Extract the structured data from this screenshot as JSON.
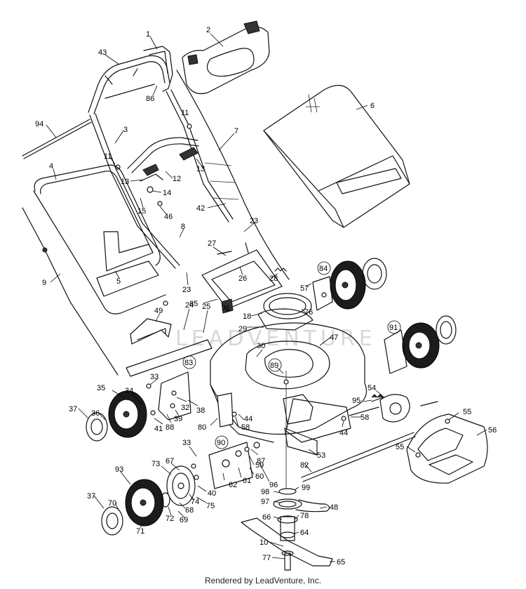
{
  "watermark": "LEADVENTURE",
  "credit": "Rendered by LeadVenture, Inc.",
  "callouts": [
    {
      "id": "c1",
      "text": "1"
    },
    {
      "id": "c2",
      "text": "2"
    },
    {
      "id": "c43",
      "text": "43"
    },
    {
      "id": "c86",
      "text": "86"
    },
    {
      "id": "c94",
      "text": "94"
    },
    {
      "id": "c3",
      "text": "3"
    },
    {
      "id": "c11a",
      "text": "11"
    },
    {
      "id": "c11b",
      "text": "11"
    },
    {
      "id": "c7",
      "text": "7"
    },
    {
      "id": "c6",
      "text": "6"
    },
    {
      "id": "c4",
      "text": "4"
    },
    {
      "id": "c13a",
      "text": "13"
    },
    {
      "id": "c12",
      "text": "12"
    },
    {
      "id": "c13b",
      "text": "13"
    },
    {
      "id": "c14",
      "text": "14"
    },
    {
      "id": "c15",
      "text": "15"
    },
    {
      "id": "c42",
      "text": "42"
    },
    {
      "id": "c46",
      "text": "46"
    },
    {
      "id": "c8",
      "text": "8"
    },
    {
      "id": "c23a",
      "text": "23"
    },
    {
      "id": "c9",
      "text": "9"
    },
    {
      "id": "c5",
      "text": "5"
    },
    {
      "id": "c27",
      "text": "27"
    },
    {
      "id": "c26",
      "text": "26"
    },
    {
      "id": "c23b",
      "text": "23"
    },
    {
      "id": "c84",
      "text": "84"
    },
    {
      "id": "c28",
      "text": "28"
    },
    {
      "id": "c57",
      "text": "57"
    },
    {
      "id": "c85",
      "text": "85"
    },
    {
      "id": "c18",
      "text": "18"
    },
    {
      "id": "c31",
      "text": "31"
    },
    {
      "id": "c76",
      "text": "76"
    },
    {
      "id": "c49",
      "text": "49"
    },
    {
      "id": "c24",
      "text": "24"
    },
    {
      "id": "c25",
      "text": "25"
    },
    {
      "id": "c29",
      "text": "29"
    },
    {
      "id": "c47",
      "text": "47"
    },
    {
      "id": "c91",
      "text": "91"
    },
    {
      "id": "c30",
      "text": "30"
    },
    {
      "id": "c83",
      "text": "83"
    },
    {
      "id": "c89",
      "text": "89"
    },
    {
      "id": "c33a",
      "text": "33"
    },
    {
      "id": "c35",
      "text": "35"
    },
    {
      "id": "c34",
      "text": "34"
    },
    {
      "id": "c32",
      "text": "32"
    },
    {
      "id": "c38",
      "text": "38"
    },
    {
      "id": "c37a",
      "text": "37"
    },
    {
      "id": "c36",
      "text": "36"
    },
    {
      "id": "c41",
      "text": "41"
    },
    {
      "id": "c88",
      "text": "88"
    },
    {
      "id": "c39",
      "text": "39"
    },
    {
      "id": "c54",
      "text": "54"
    },
    {
      "id": "c95",
      "text": "95"
    },
    {
      "id": "c55a",
      "text": "55"
    },
    {
      "id": "c44a",
      "text": "44"
    },
    {
      "id": "c58a",
      "text": "58"
    },
    {
      "id": "c80",
      "text": "80"
    },
    {
      "id": "c58b",
      "text": "58"
    },
    {
      "id": "c44b",
      "text": "44"
    },
    {
      "id": "c56",
      "text": "56"
    },
    {
      "id": "c33b",
      "text": "33"
    },
    {
      "id": "c90",
      "text": "90"
    },
    {
      "id": "c87",
      "text": "87"
    },
    {
      "id": "c55b",
      "text": "55"
    },
    {
      "id": "c53",
      "text": "53"
    },
    {
      "id": "c67",
      "text": "67"
    },
    {
      "id": "c73",
      "text": "73"
    },
    {
      "id": "c62",
      "text": "62"
    },
    {
      "id": "c61",
      "text": "61"
    },
    {
      "id": "c59",
      "text": "59"
    },
    {
      "id": "c60",
      "text": "60"
    },
    {
      "id": "c96",
      "text": "96"
    },
    {
      "id": "c82",
      "text": "82"
    },
    {
      "id": "c93",
      "text": "93"
    },
    {
      "id": "c40",
      "text": "40"
    },
    {
      "id": "c74",
      "text": "74"
    },
    {
      "id": "c75",
      "text": "75"
    },
    {
      "id": "c99",
      "text": "99"
    },
    {
      "id": "c98",
      "text": "98"
    },
    {
      "id": "c37b",
      "text": "37"
    },
    {
      "id": "c70",
      "text": "70"
    },
    {
      "id": "c68",
      "text": "68"
    },
    {
      "id": "c72",
      "text": "72"
    },
    {
      "id": "c69",
      "text": "69"
    },
    {
      "id": "c97",
      "text": "97"
    },
    {
      "id": "c48",
      "text": "48"
    },
    {
      "id": "c71",
      "text": "71"
    },
    {
      "id": "c66",
      "text": "66"
    },
    {
      "id": "c78",
      "text": "78"
    },
    {
      "id": "c64",
      "text": "64"
    },
    {
      "id": "c10",
      "text": "10"
    },
    {
      "id": "c77",
      "text": "77"
    },
    {
      "id": "c65",
      "text": "65"
    }
  ]
}
